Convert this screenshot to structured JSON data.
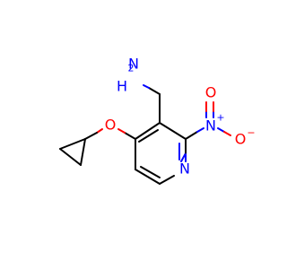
{
  "colors": {
    "carbon_bond": "#000000",
    "nitrogen": "#0000ff",
    "oxygen": "#ff0000",
    "background": "#ffffff"
  },
  "atoms": {
    "amine_h": "H",
    "amine_h2_sub": "2",
    "amine_n": "N",
    "nitro_n": "N",
    "nitro_n_charge": "+",
    "nitro_o_top": "O",
    "nitro_o_right": "O",
    "nitro_o_charge": "−",
    "ether_o": "O",
    "ring_n": "N"
  }
}
